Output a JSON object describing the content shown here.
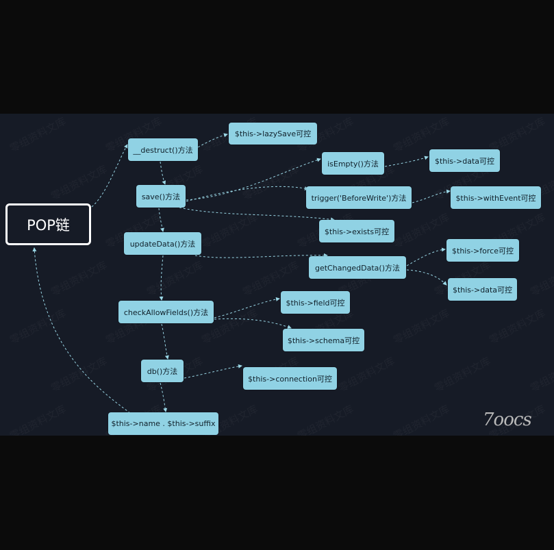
{
  "root": {
    "label": "POP链"
  },
  "nodes": {
    "destruct": "__destruct()方法",
    "lazysave": "$this->lazySave可控",
    "isempty": "isEmpty()方法",
    "data1": "$this->data可控",
    "save": "save()方法",
    "trigger": "trigger('BeforeWrite')方法",
    "withevent": "$this->withEvent可控",
    "exists": "$this->exists可控",
    "updatedata": "updateData()方法",
    "getchanged": "getChangedData()方法",
    "force": "$this->force可控",
    "data2": "$this->data可控",
    "checkallow": "checkAllowFields()方法",
    "field": "$this->field可控",
    "schema": "$this->schema可控",
    "db": "db()方法",
    "connection": "$this->connection可控",
    "namesuffix": "$this->name . $this->suffix"
  },
  "watermark": "零组资料文库",
  "logo": "7oocs",
  "colors": {
    "background": "#161b26",
    "node": "#90d2e4",
    "edge": "#9ad7e6",
    "root_border": "#ffffff"
  }
}
